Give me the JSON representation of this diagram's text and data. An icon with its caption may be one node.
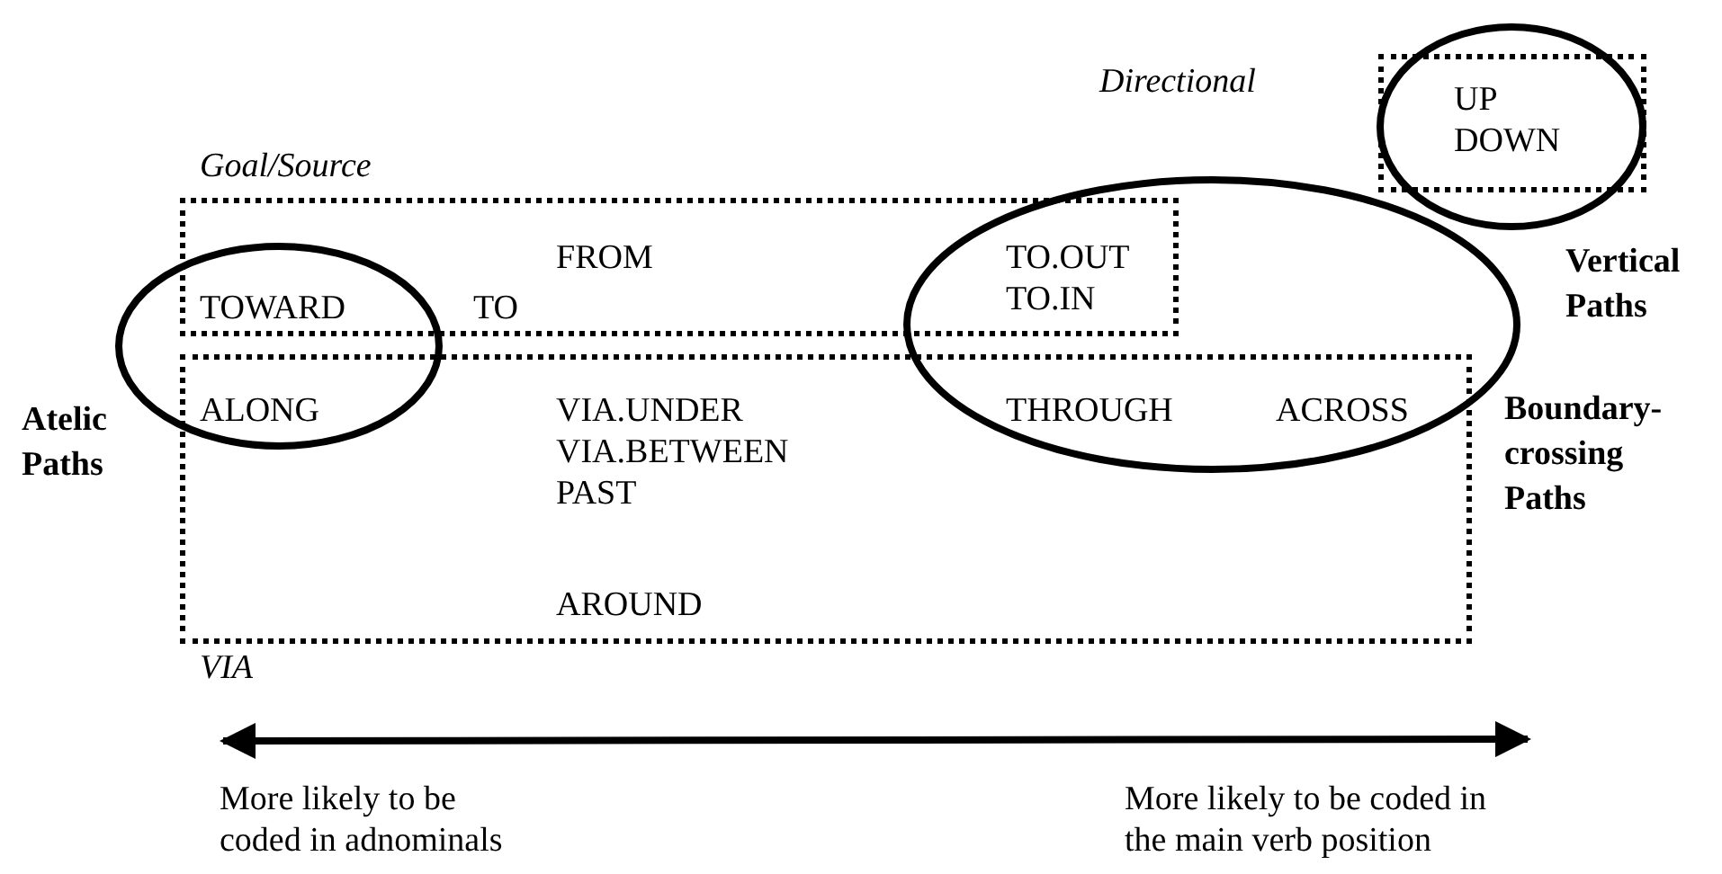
{
  "diagram": {
    "nodes": [
      {
        "text": [
          "Goal/Source",
          "FROM",
          "TOWARD",
          "TO",
          "TO.OUT TO.IN"
        ]
      },
      {
        "text": [
          "UP DOWN"
        ],
        "beside": [
          "Directional"
        ]
      },
      {
        "text": [
          "VIA",
          "ALONG",
          "VIA.UNDER VIA.BETWEEN PAST",
          "AROUND",
          "THROUGH",
          "ACROSS"
        ]
      }
    ],
    "labels": [
      "Vertical Paths",
      "Atelic Paths",
      "Boundary-crossing Paths",
      "More likely to be coded in adnominals",
      "More likely to be coded in the main verb position"
    ]
  }
}
